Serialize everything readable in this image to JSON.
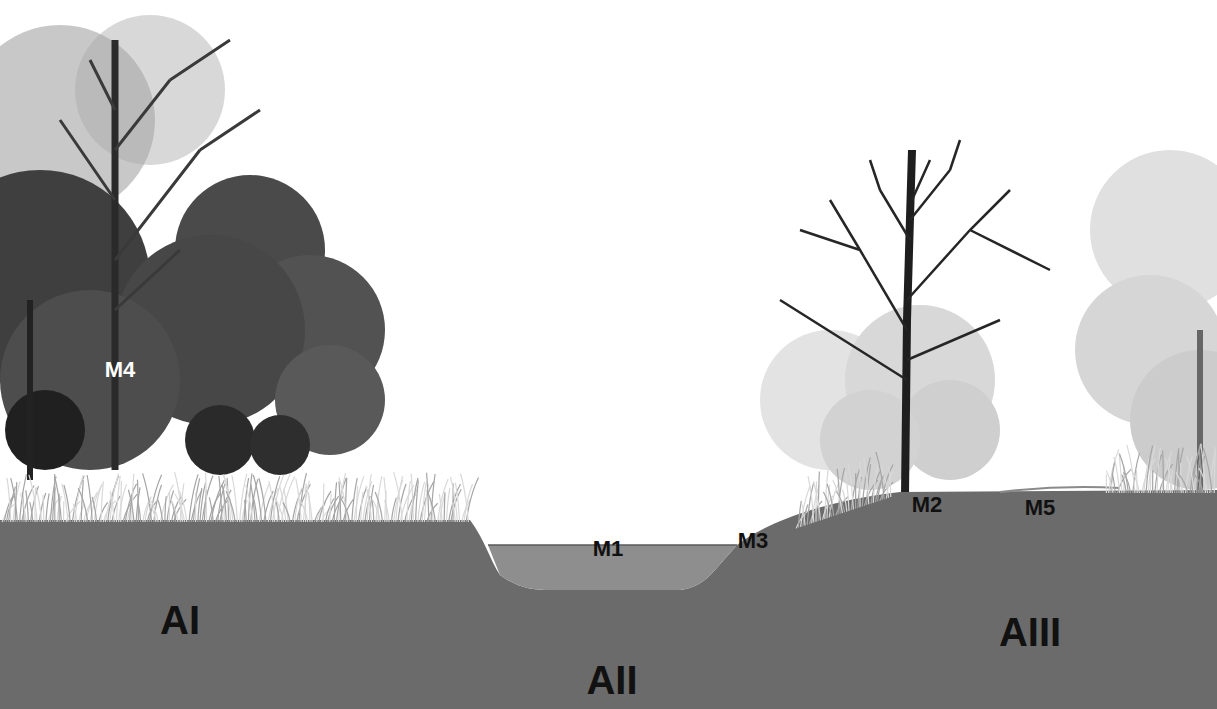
{
  "diagram": {
    "labels": [
      "M4",
      "M1",
      "M3",
      "M2",
      "M5",
      "AI",
      "AII",
      "AIII"
    ]
  }
}
